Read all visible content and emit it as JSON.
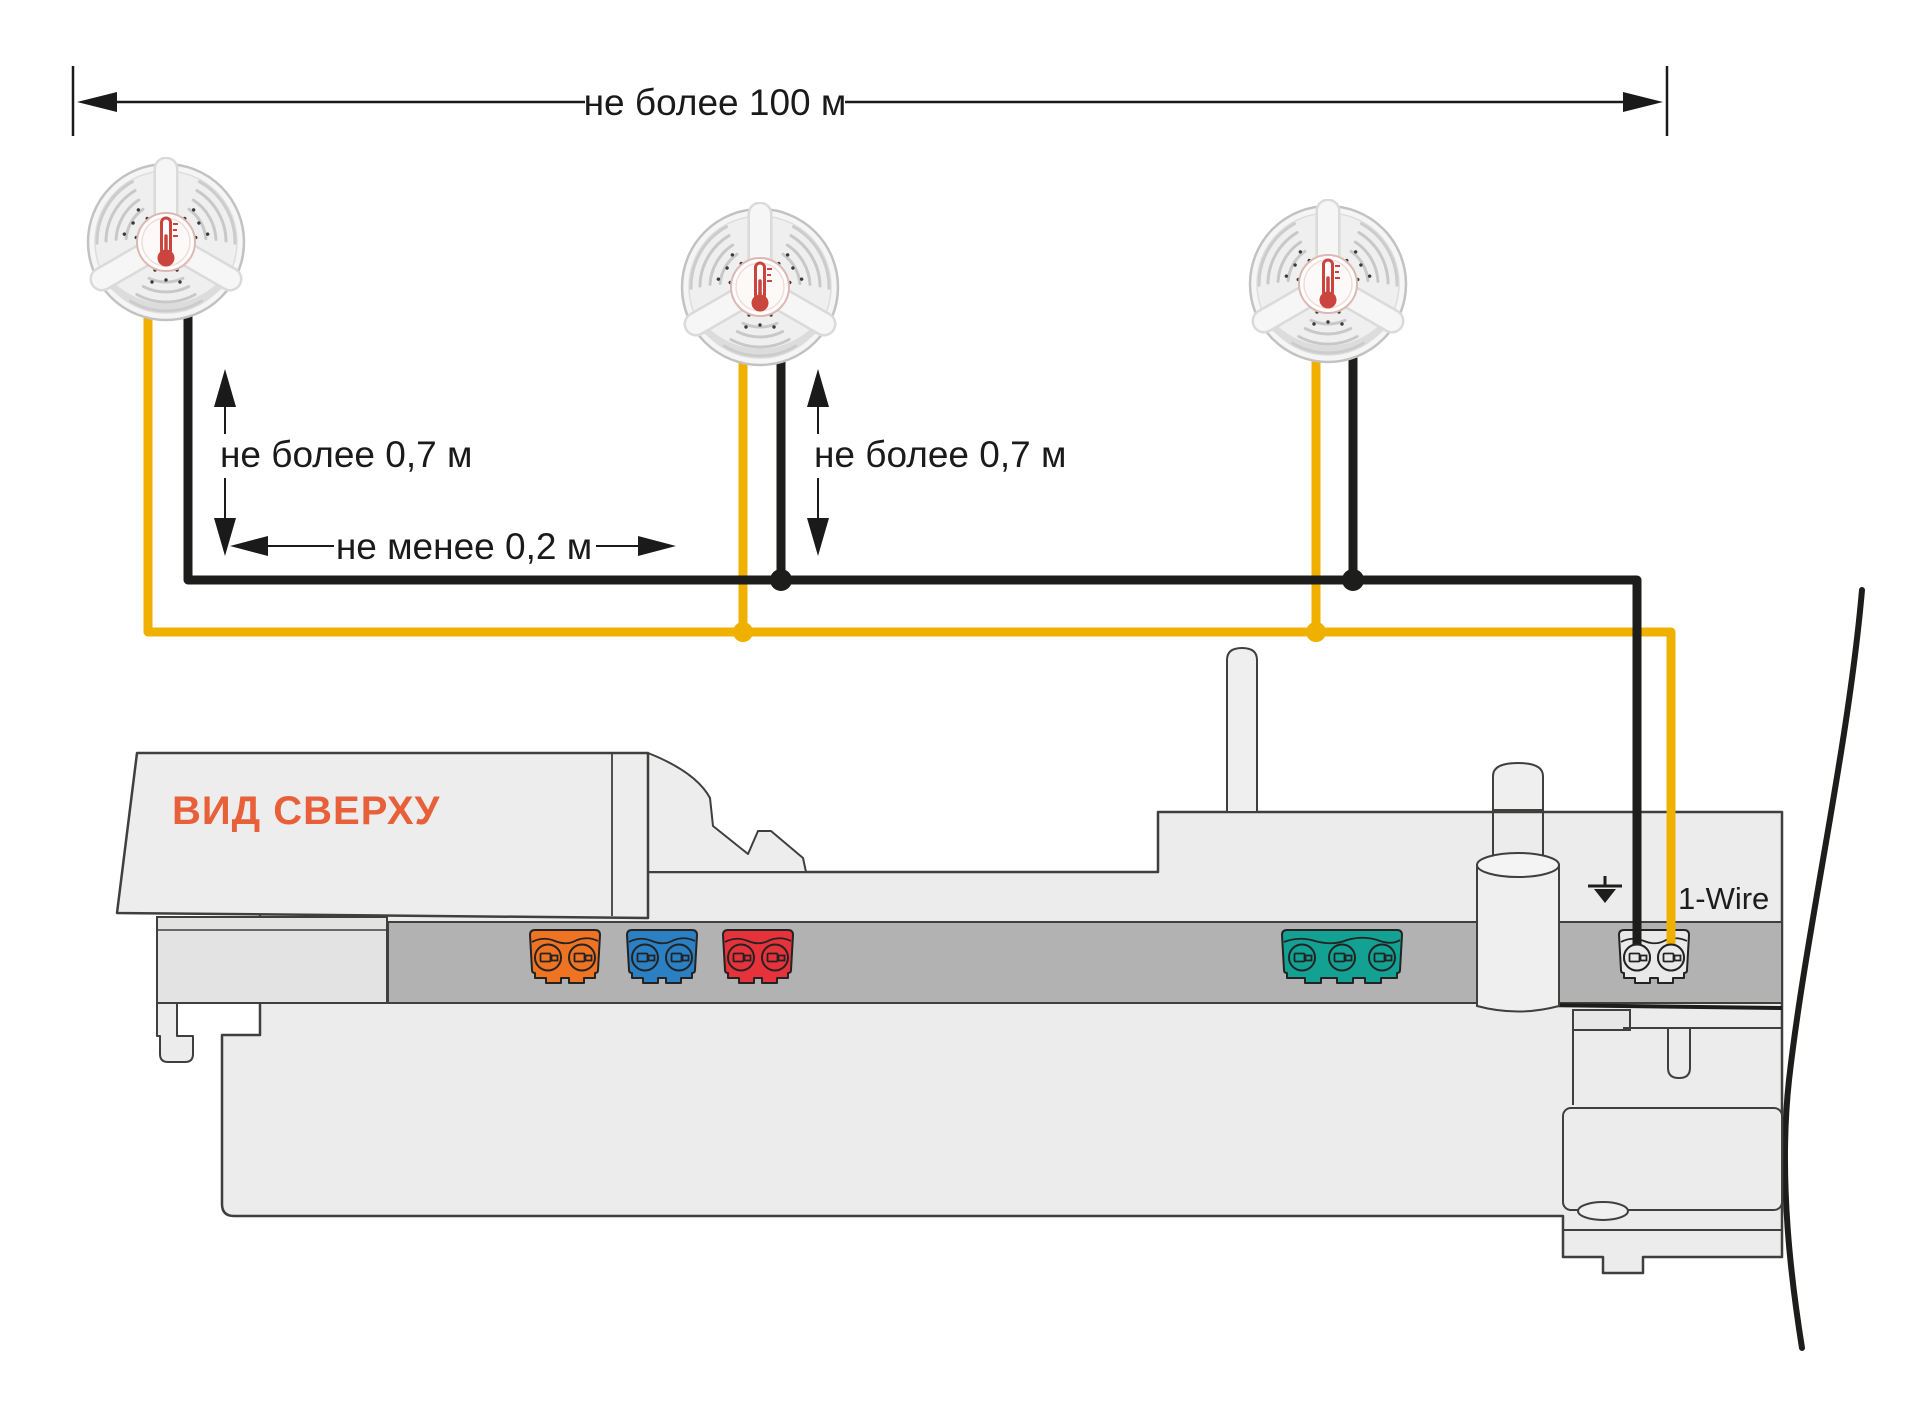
{
  "diagram": {
    "title_semantic": "1-wire-temperature-sensor-wiring-diagram",
    "dimensions": {
      "total_length": "не более 100 м",
      "max_drop": "не более 0,7 м",
      "min_spacing": "не менее 0,2 м"
    },
    "device": {
      "view_label": "ВИД СВЕРХУ",
      "bus_label": "1-Wire",
      "ground_icon": "chassis-ground-icon",
      "terminals": [
        "orange-2pole",
        "blue-2pole",
        "red-2pole",
        "teal-3pole",
        "gray-1wire-2pole"
      ]
    },
    "sensors": {
      "count": 3,
      "icon": "thermometer-icon"
    },
    "colors": {
      "wire_yellow": "#F0B000",
      "wire_black": "#1D1D1B",
      "label_orange": "#E8603A",
      "terminal_orange": "#EE7323",
      "terminal_blue": "#2B7FC3",
      "terminal_red": "#E6323B",
      "terminal_teal": "#12A192",
      "terminal_gray": "#E9E9E9",
      "band_gray": "#B2B2B2",
      "body_gray": "#ECECEC",
      "thermometer_red": "#C9453E"
    }
  }
}
